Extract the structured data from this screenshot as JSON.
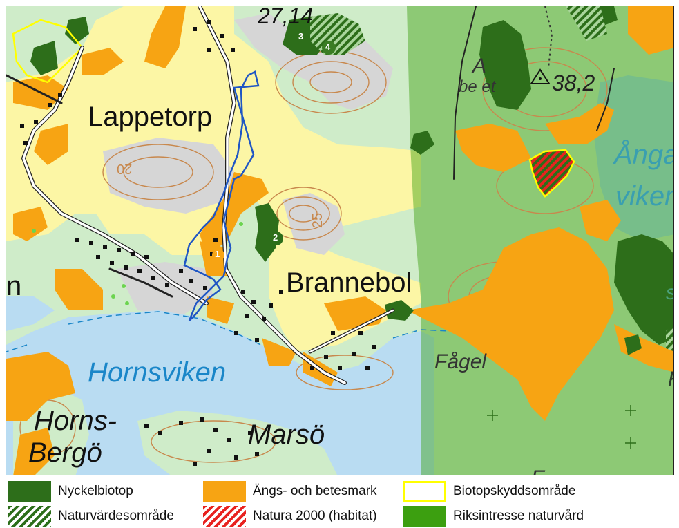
{
  "map": {
    "places": {
      "lappetorp": "Lappetorp",
      "brannebol": "Brannebol",
      "marso": "Marsö",
      "horns": "Horns-",
      "berg": "Bergö",
      "fagel": "Fågel",
      "angaviken_1": "Ånga",
      "angaviken_2": "viken",
      "hornsviken": "Hornsviken",
      "height_27": "27,14",
      "height_38": "38,2",
      "contour_20": "20",
      "contour_25": "25",
      "fragment_a": "A",
      "fragment_berget": "be   et",
      "fragment_s": "s",
      "fragment_k": "K",
      "fragment_n": "n",
      "fragment_e": "E"
    },
    "markers": [
      "1",
      "2",
      "3",
      "4"
    ]
  },
  "legend": {
    "items": [
      {
        "label": "Nyckelbiotop",
        "color": "#2d6e1a"
      },
      {
        "label": "Ängs- och betesmark",
        "color": "#f7a413"
      },
      {
        "label": "Biotopskyddsområde",
        "color": "#ffff00"
      },
      {
        "label": "Naturvärdesområde",
        "color": "#2d6e1a"
      },
      {
        "label": "Natura 2000 (habitat)",
        "color": "#e8221f"
      },
      {
        "label": "Riksintresse naturvård",
        "color": "#3c9f10"
      }
    ]
  },
  "colors": {
    "water": "#b9dcf2",
    "forest": "#cfecc9",
    "open_land": "#fcf6a5",
    "urban": "#d6d6d6",
    "riks_overlay": "#3c9f10",
    "contour": "#c8884d",
    "boundary_blue": "#1f56c4"
  }
}
